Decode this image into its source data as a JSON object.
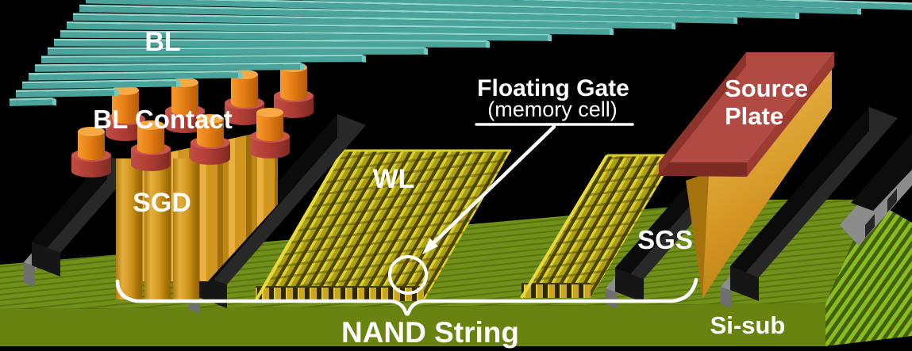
{
  "diagram": {
    "type": "3d-structure-illustration",
    "subject": "NAND flash memory cell array cross-section",
    "labels": {
      "bl": "BL",
      "bl_contact": "BL Contact",
      "sgd": "SGD",
      "wl": "WL",
      "floating_gate": "Floating Gate",
      "floating_gate_sub": "(memory cell)",
      "source_plate_line1": "Source",
      "source_plate_line2": "Plate",
      "sgs": "SGS",
      "nand_string": "NAND String",
      "si_sub": "Si-sub"
    },
    "colors": {
      "background": "#000000",
      "bitline_teal": "#4BA49C",
      "bitline_highlight": "#8FD6CD",
      "bitline_endcap": "#72C8C0",
      "contact_orange": "#E67F15",
      "contact_red": "#AC3B33",
      "pillar_gold": "#D0961E",
      "wordline_yellow": "#AD9F13",
      "wordline_bright": "#DCD134",
      "substrate_green": "#6D8C16",
      "substrate_front_green": "#68830F",
      "substrate_bright_green": "#87BD20",
      "source_plate_red": "#B04A42",
      "select_gate_black": "#0B0B0B",
      "pedestal_gray": "#8C8C8C",
      "annotation_white": "#FFFFFF"
    },
    "annotations": {
      "arrow": "pointer from Floating Gate label to a circled cell",
      "circle": "highlight ring around one floating gate",
      "brace": "horizontal brace marking NAND String extent"
    }
  }
}
